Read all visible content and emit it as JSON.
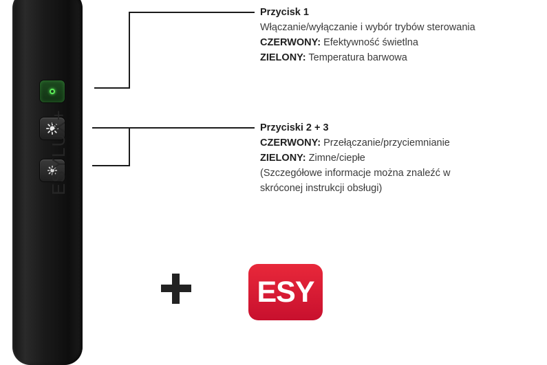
{
  "device": {
    "brand_text": "ESYLUX+",
    "buttons": [
      {
        "icon": "led-indicator-icon",
        "color": "#5ef05a"
      },
      {
        "icon": "brightness-up-icon"
      },
      {
        "icon": "brightness-down-icon"
      }
    ]
  },
  "callouts": {
    "button1": {
      "title": "Przycisk 1",
      "description": "Włączanie/wyłączanie i wybór trybów sterowania",
      "red_label": "CZERWONY:",
      "red_text": "Efektywność świetlna",
      "green_label": "ZIELONY:",
      "green_text": "Temperatura barwowa"
    },
    "buttons23": {
      "title": "Przyciski 2 + 3",
      "red_label": "CZERWONY:",
      "red_text": "Przełączanie/przyciemnianie",
      "green_label": "ZIELONY:",
      "green_text": "Zimne/ciepłe",
      "note_line1": "(Szczegółowe informacje można znaleźć w",
      "note_line2": "skróconej instrukcji obsługi)"
    }
  },
  "combo": {
    "plus_symbol": "+",
    "app_logo_text": "ESY",
    "app_logo_color": "#d81e34"
  }
}
